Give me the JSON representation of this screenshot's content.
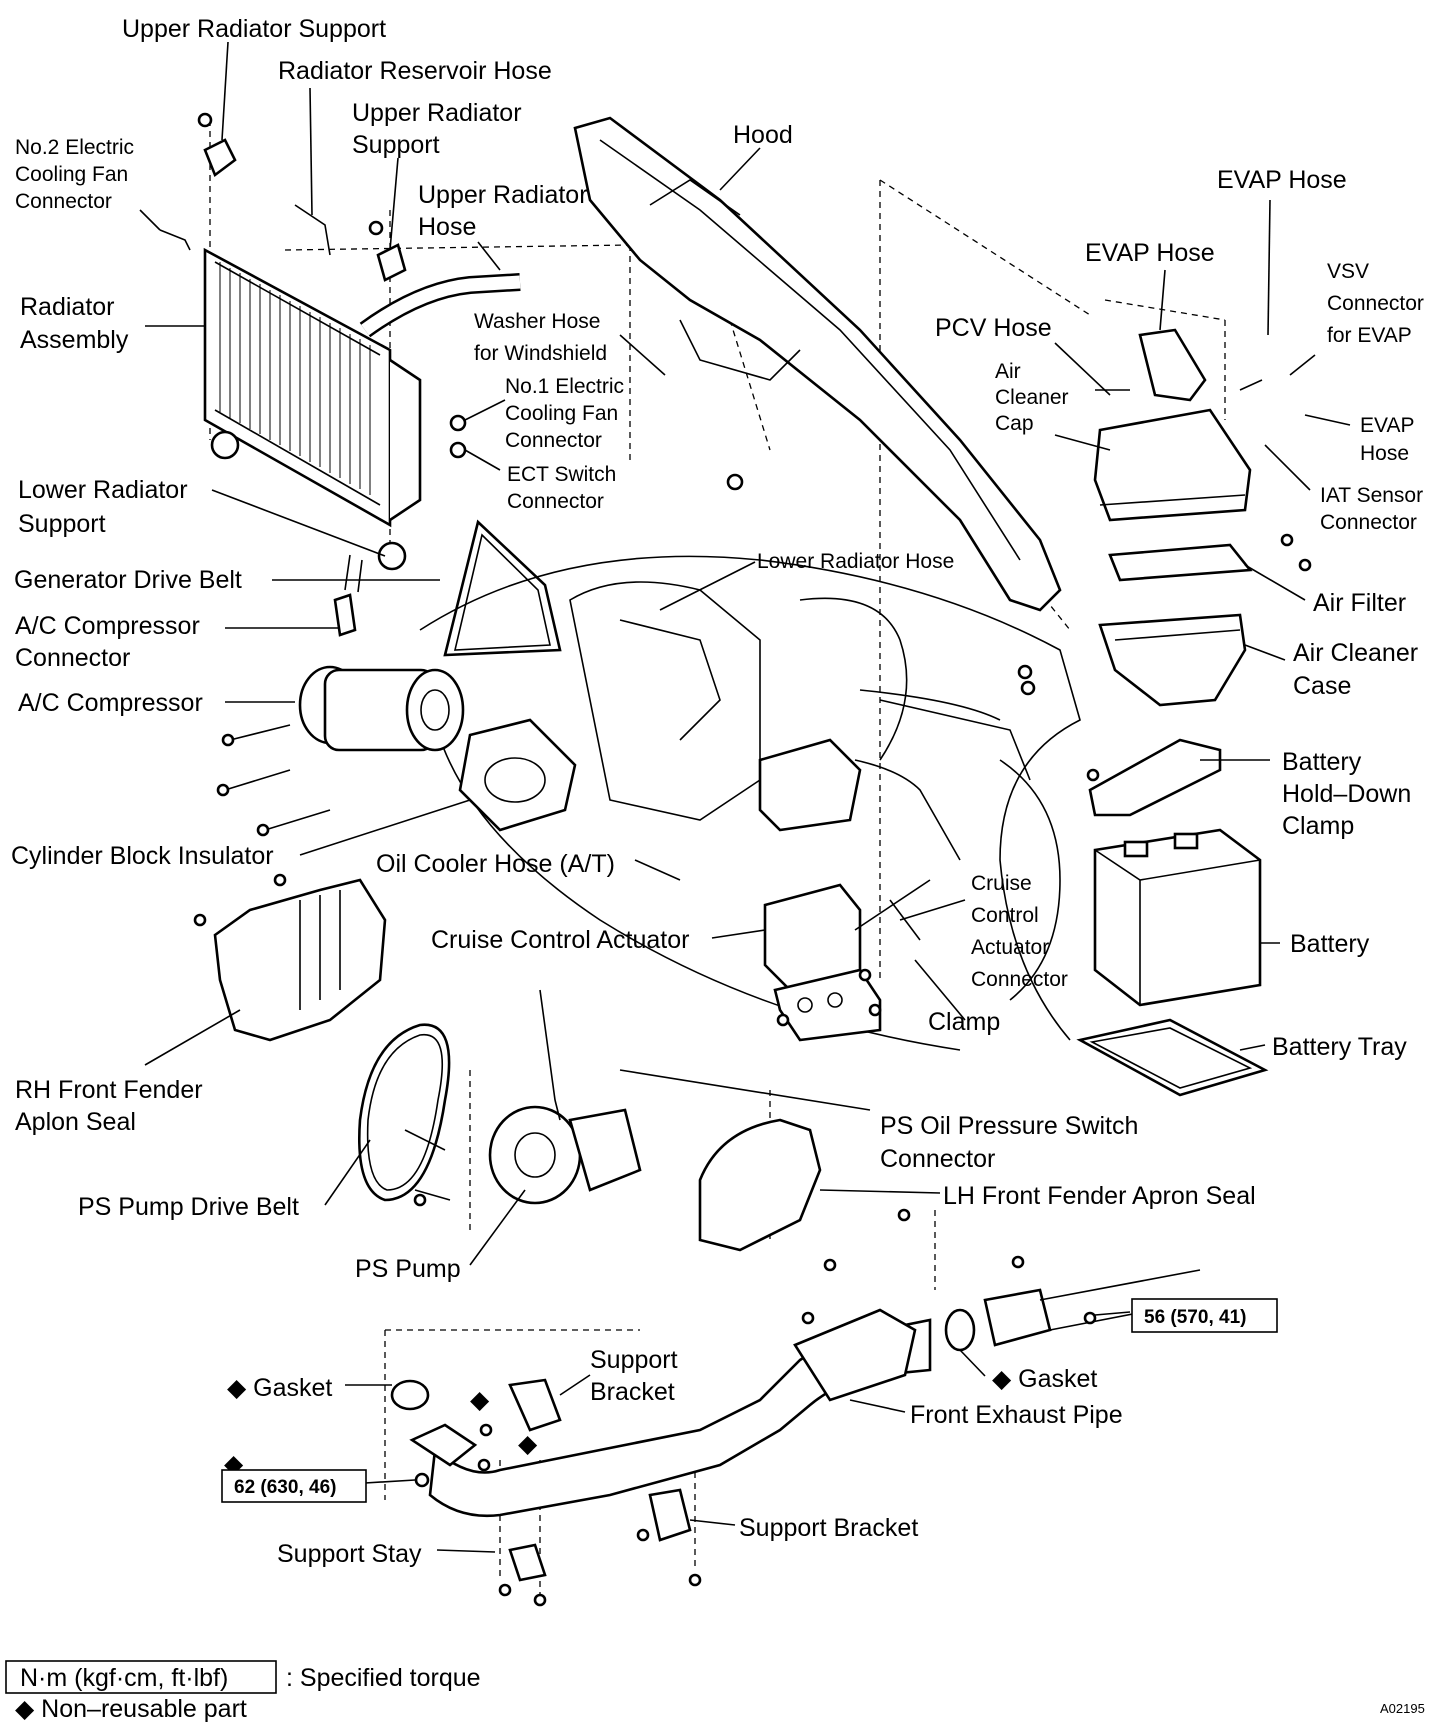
{
  "labels": {
    "upper_radiator_support_1": "Upper Radiator Support",
    "radiator_reservoir_hose": "Radiator Reservoir Hose",
    "upper_radiator_support_2": [
      "Upper Radiator",
      "Support"
    ],
    "no2_fan_connector": [
      "No.2 Electric",
      "Cooling Fan",
      "Connector"
    ],
    "upper_radiator_hose": [
      "Upper Radiator",
      "Hose"
    ],
    "hood": "Hood",
    "evap_hose_1": "EVAP Hose",
    "evap_hose_2": "EVAP Hose",
    "vsv_connector": [
      "VSV",
      "Connector",
      "for EVAP"
    ],
    "radiator_assembly": [
      "Radiator",
      "Assembly"
    ],
    "washer_hose": [
      "Washer Hose",
      "for Windshield"
    ],
    "pcv_hose": "PCV Hose",
    "air_cleaner_cap": [
      "Air",
      "Cleaner",
      "Cap"
    ],
    "no1_fan_connector": [
      "No.1 Electric",
      "Cooling Fan",
      "Connector"
    ],
    "evap_hose_3": [
      "EVAP",
      "Hose"
    ],
    "ect_switch_connector": [
      "ECT Switch",
      "Connector"
    ],
    "lower_radiator_support": [
      "Lower Radiator",
      "Support"
    ],
    "iat_sensor_connector": [
      "IAT Sensor",
      "Connector"
    ],
    "lower_radiator_hose": "Lower Radiator Hose",
    "generator_drive_belt": "Generator Drive Belt",
    "air_filter": "Air Filter",
    "ac_compressor_connector": [
      "A/C Compressor",
      "Connector"
    ],
    "air_cleaner_case": [
      "Air Cleaner",
      "Case"
    ],
    "ac_compressor": "A/C Compressor",
    "battery_hold_down_clamp": [
      "Battery",
      "Hold–Down",
      "Clamp"
    ],
    "cylinder_block_insulator": "Cylinder Block Insulator",
    "oil_cooler_hose": "Oil Cooler Hose (A/T)",
    "cruise_control_actuator_connector": [
      "Cruise",
      "Control",
      "Actuator",
      "Connector"
    ],
    "cruise_control_actuator": "Cruise Control Actuator",
    "battery": "Battery",
    "clamp": "Clamp",
    "battery_tray": "Battery Tray",
    "rh_front_fender_seal": [
      "RH Front Fender",
      "Aplon Seal"
    ],
    "ps_oil_pressure_switch_connector": [
      "PS Oil Pressure Switch",
      "Connector"
    ],
    "lh_front_fender_seal": "LH Front Fender Apron Seal",
    "ps_pump_drive_belt": "PS Pump Drive Belt",
    "ps_pump": "PS Pump",
    "gasket_left": "◆ Gasket",
    "support_bracket_top": [
      "Support",
      "Bracket"
    ],
    "gasket_right": "◆ Gasket",
    "front_exhaust_pipe": "Front Exhaust Pipe",
    "support_bracket_bottom": "Support Bracket",
    "support_stay": "Support Stay"
  },
  "torque_specs": {
    "exhaust_flange": "56 (570, 41)",
    "manifold_nut": "62 (630, 46)"
  },
  "non_reusable_marker": "◆",
  "legend": {
    "torque_box": "N·m (kgf·cm, ft·lbf)",
    "torque_desc": ": Specified torque",
    "non_reusable": "◆ Non–reusable part"
  },
  "figure_code": "A02195"
}
